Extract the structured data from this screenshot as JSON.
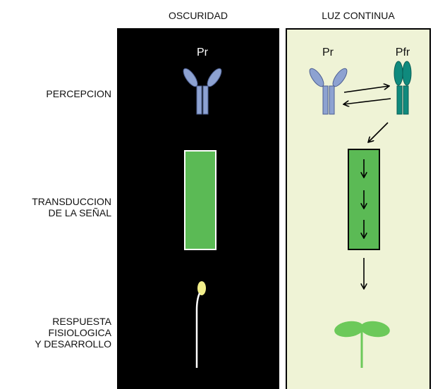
{
  "columns": {
    "dark_title": "OSCURIDAD",
    "light_title": "LUZ CONTINUA"
  },
  "rows": {
    "perception": "PERCEPCION",
    "transduction": [
      "TRANSDUCCION",
      "DE LA SEÑAL"
    ],
    "response": [
      "RESPUESTA",
      "FISIOLOGICA",
      "Y DESARROLLO"
    ]
  },
  "phytochrome": {
    "pr_dark": "Pr",
    "pr_light": "Pr",
    "pfr_light": "Pfr"
  },
  "colors": {
    "dark_background": "#000000",
    "light_background": "#eff3d6",
    "pr_receptor": "#8da2d1",
    "pfr_receptor": "#0f8a7d",
    "transduction_green": "#5bba55",
    "seedling_green": "#6cc95a",
    "seed_yellow": "#f2ee8a"
  },
  "icons": {
    "exchange": "equilibrium-arrows-icon",
    "activation": "diagonal-arrow-icon",
    "cascade": "down-arrow-icon"
  }
}
